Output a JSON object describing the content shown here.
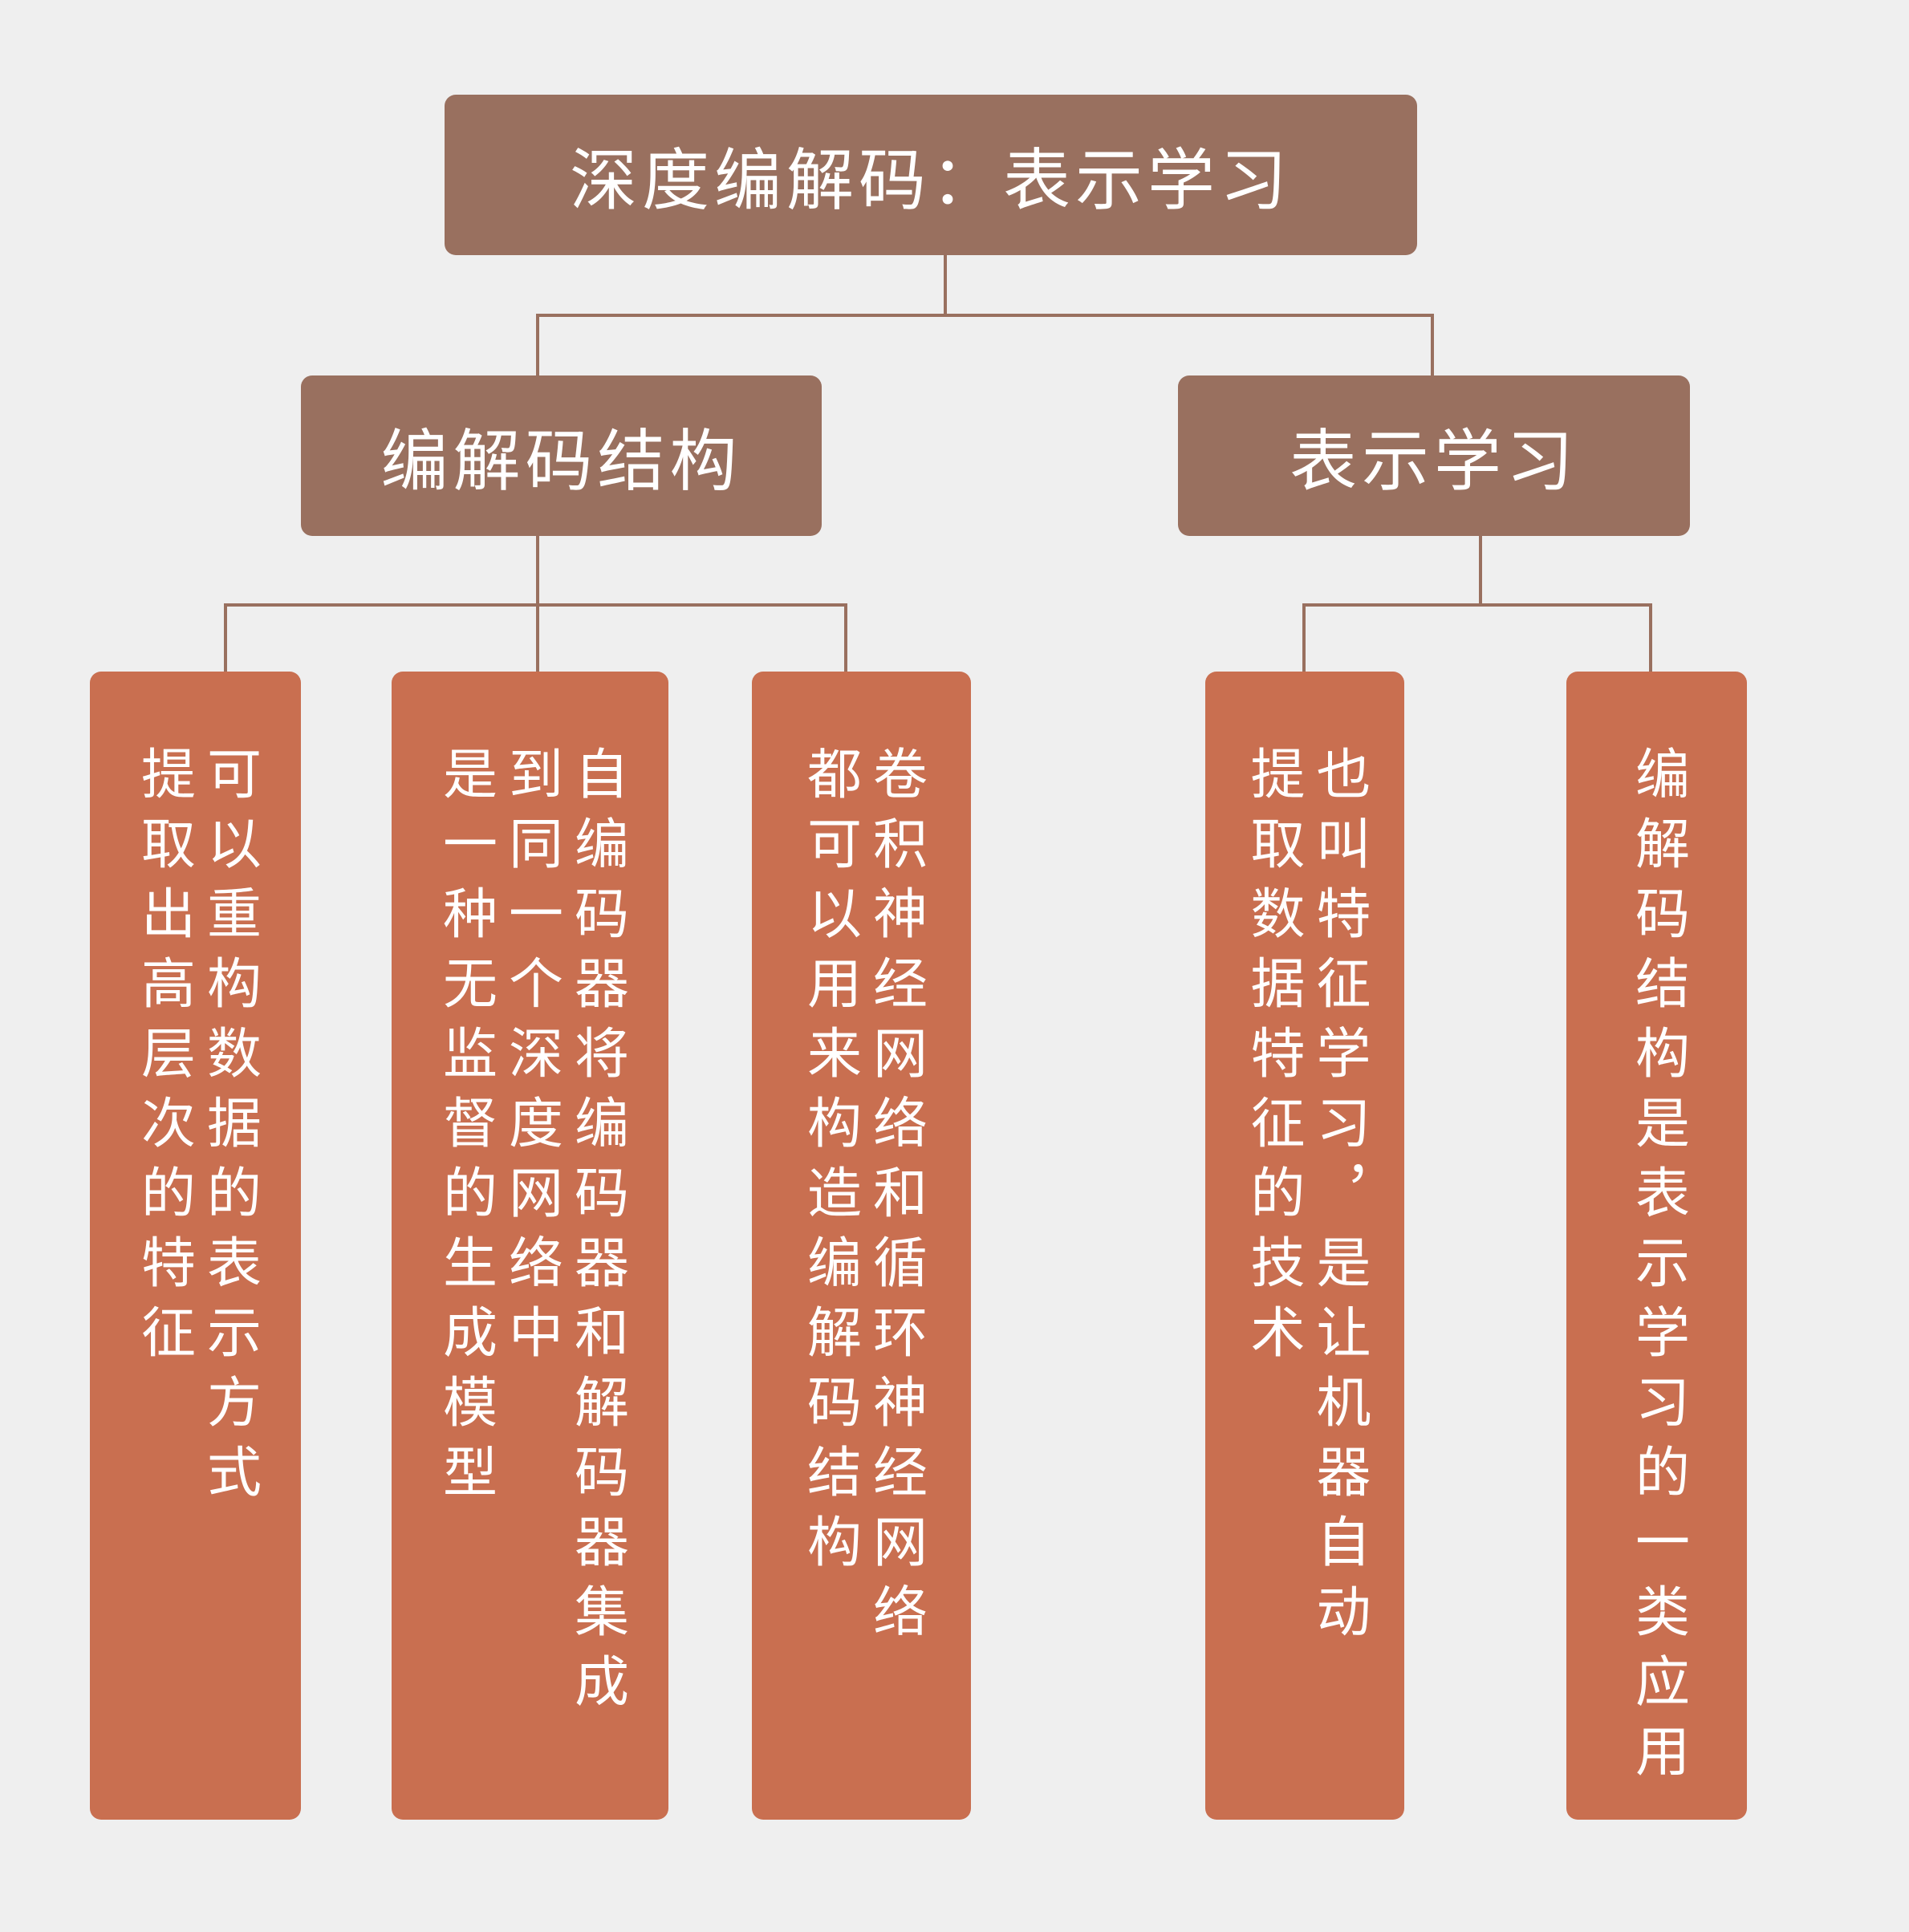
{
  "root": {
    "label": "深度编解码：表示学习"
  },
  "branches": [
    {
      "label": "编解码结构"
    },
    {
      "label": "表示学习"
    }
  ],
  "leaves": [
    {
      "columns": [
        "可以重构数据的表示方式",
        "提取出高层次的特征"
      ]
    },
    {
      "columns": [
        "自编码器将编码器和解码器集成",
        "到同一个深度网络中",
        "是一种无监督的生成模型"
      ]
    },
    {
      "columns": [
        "卷积神经网络和循环神经网络",
        "都可以用来构造编解码结构"
      ]
    },
    {
      "columns": [
        "也叫特征学习，是让机器自动",
        "提取数据特征的技术"
      ]
    },
    {
      "columns": [
        "编解码结构是表示学习的一类应用"
      ]
    }
  ],
  "colors": {
    "header": "#99705f",
    "leaf": "#c96f50",
    "background": "#efefef"
  }
}
